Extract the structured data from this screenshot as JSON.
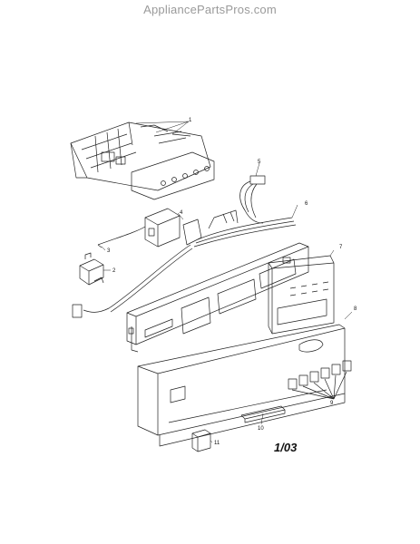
{
  "watermark": "AppliancePartsPros.com",
  "revision": "1/03",
  "callouts": {
    "c1": "1",
    "c2": "2",
    "c3": "3",
    "c4": "4",
    "c5": "5",
    "c6": "6",
    "c7": "7",
    "c8": "8",
    "c9": "9",
    "c10": "10",
    "c11": "11"
  }
}
